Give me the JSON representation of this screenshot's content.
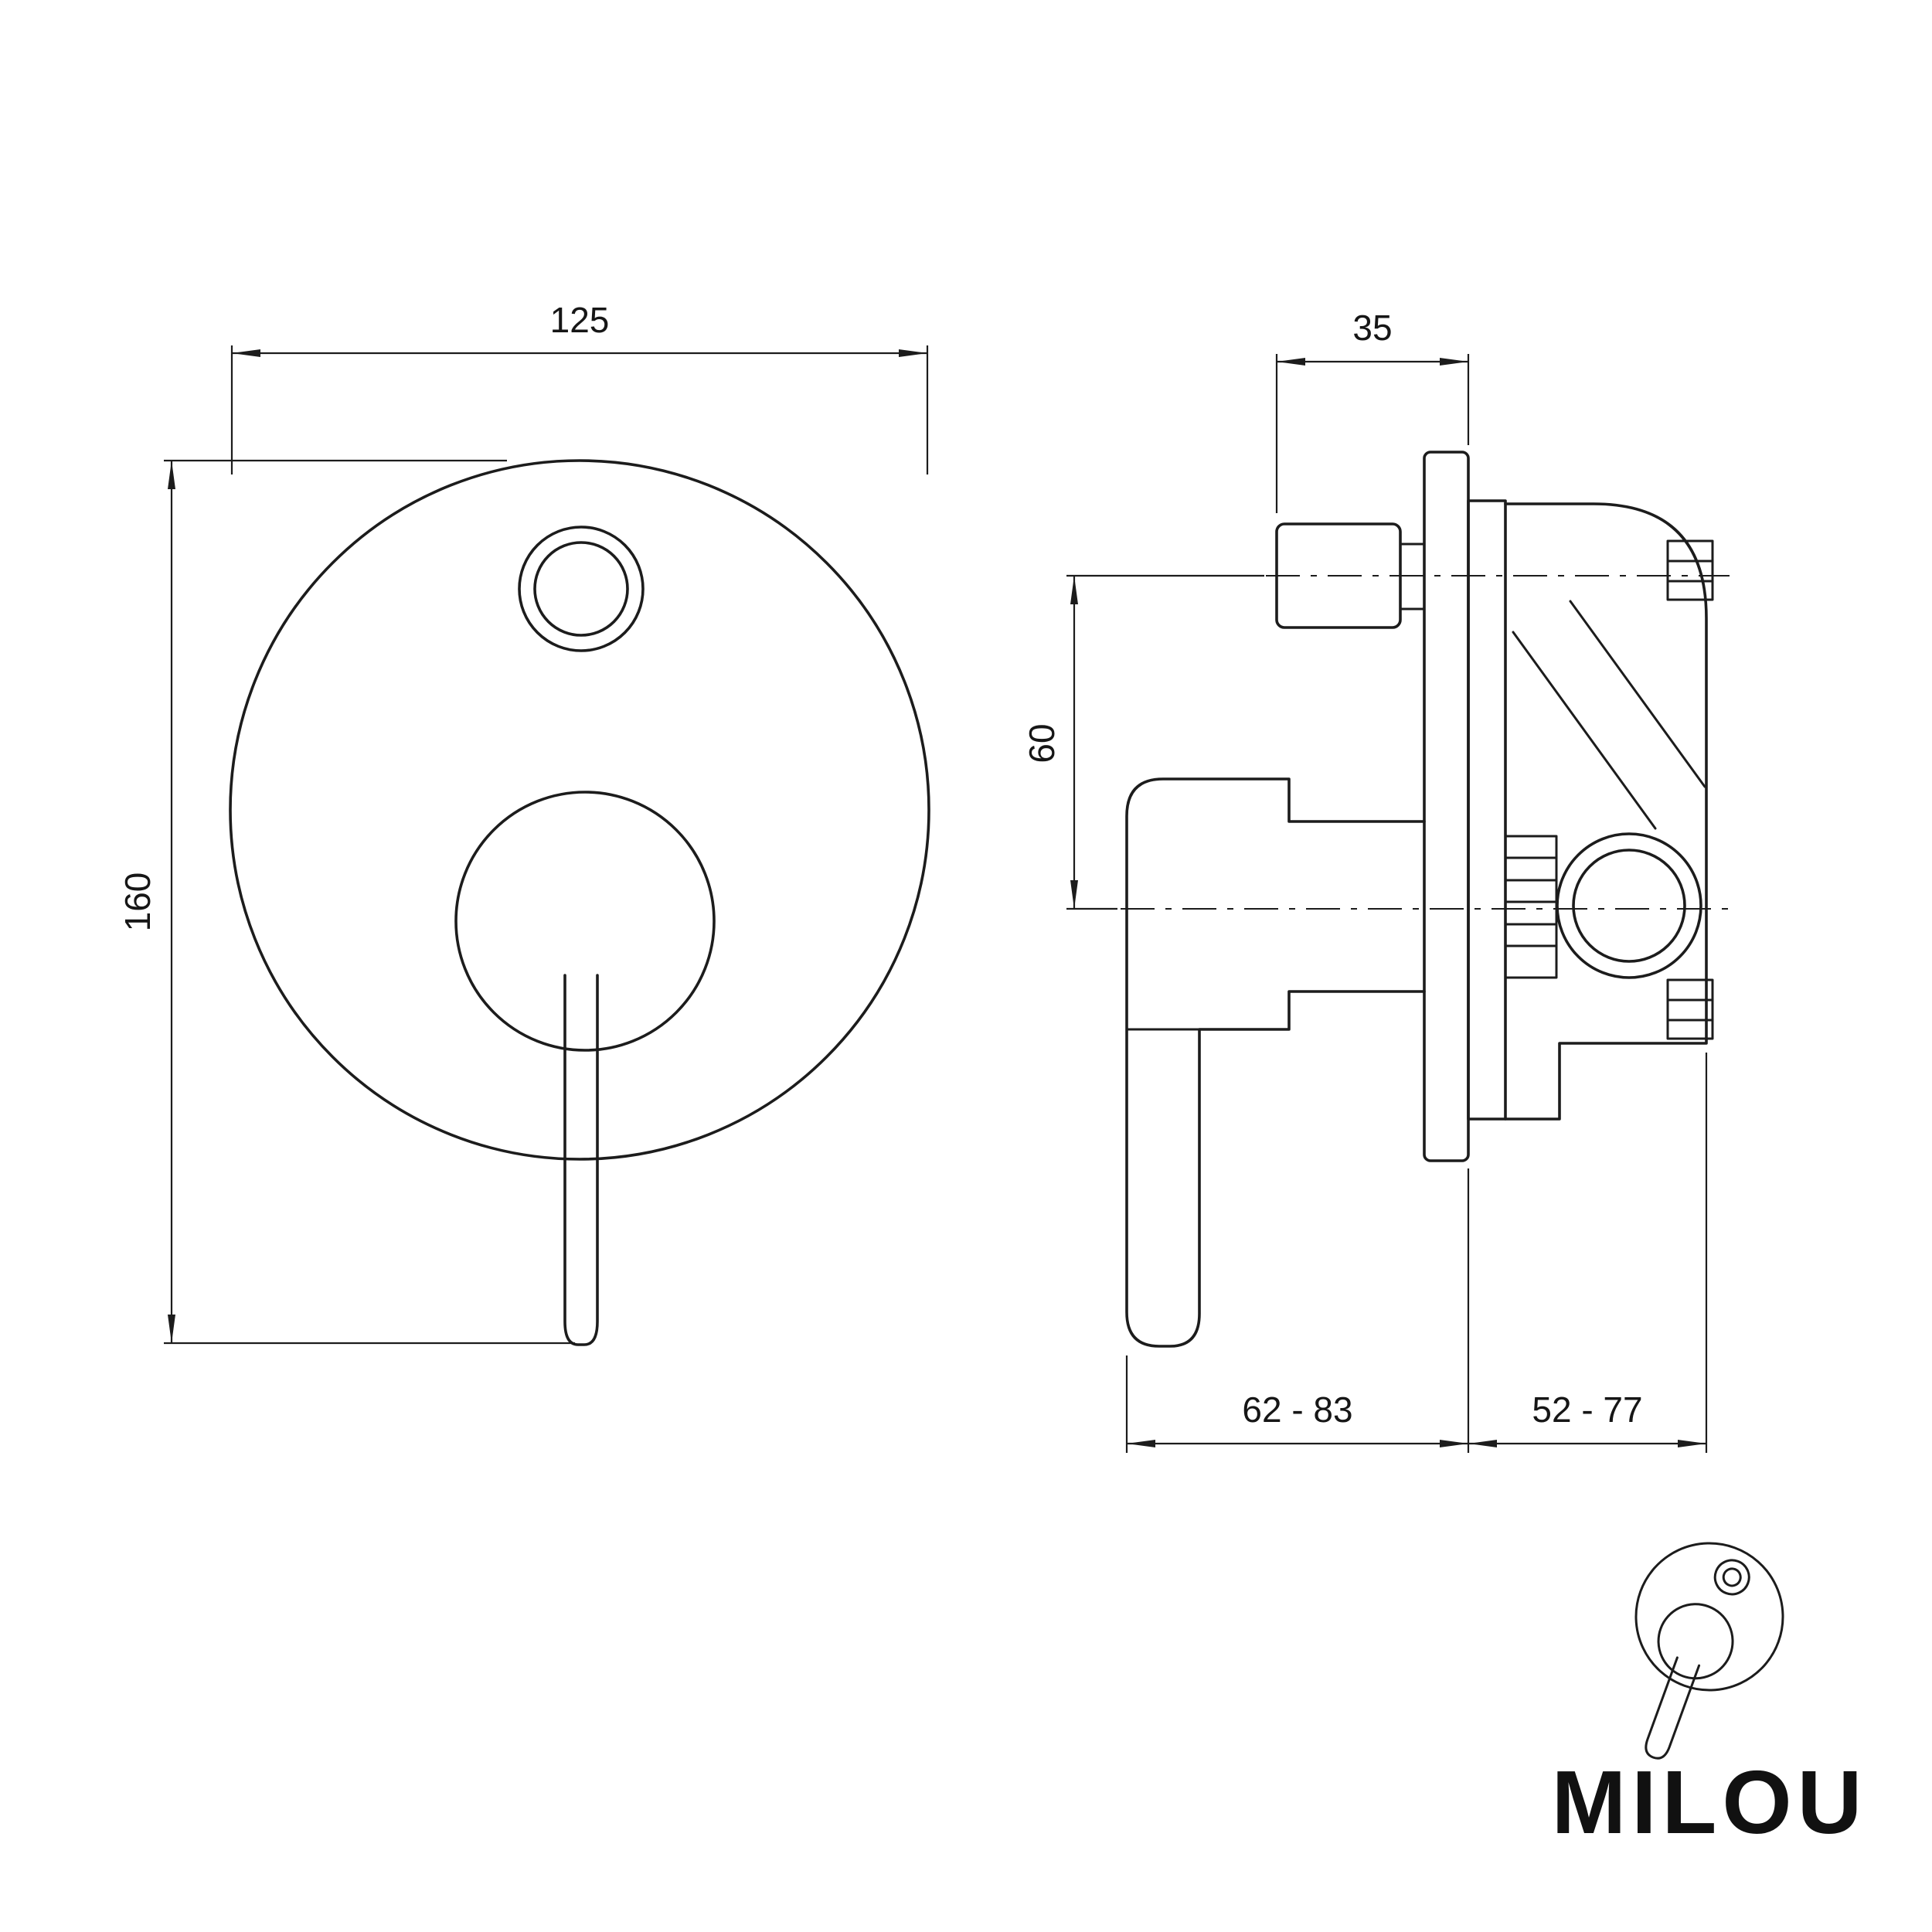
{
  "brand": {
    "name": "MILOU"
  },
  "front_view": {
    "dim_width": "125",
    "dim_height": "160"
  },
  "side_view": {
    "dim_button_depth": "35",
    "dim_axis_spacing": "60",
    "dim_range_front": "62 - 83",
    "dim_range_back": "52 - 77"
  },
  "icons": {
    "logo_icon": "mixer-front-view-icon"
  },
  "colors": {
    "line": "#1c1c1c",
    "background": "#ffffff"
  }
}
